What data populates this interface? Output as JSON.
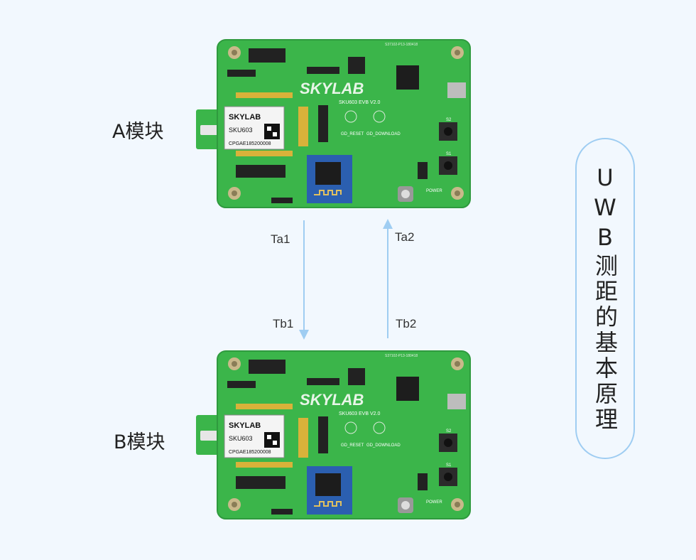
{
  "module_a": {
    "label": "A模块"
  },
  "module_b": {
    "label": "B模块"
  },
  "arrows": {
    "down_start": "Ta1",
    "down_end": "Tb1",
    "up_start": "Tb2",
    "up_end": "Ta2"
  },
  "board": {
    "brand": "SKYLAB",
    "model_title": "SKU603 EVB V2.0",
    "module_model": "SKU603",
    "module_cert": "CPGAE185200008",
    "btn_reset": "GD_RESET",
    "btn_download": "GD_DOWNLOAD",
    "switch_label": "POWER",
    "s1": "S1",
    "s2": "S2",
    "pcb_code": "S37102-P13-180418"
  },
  "title": {
    "text": "UWB测距的基本原理"
  },
  "colors": {
    "background": "#f2f8fe",
    "arrow": "#9fcdf2",
    "pcb_green": "#3bb54a",
    "pill_border": "#9fcdf2"
  }
}
